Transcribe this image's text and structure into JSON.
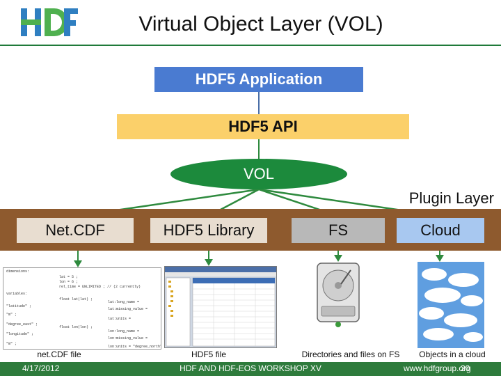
{
  "header": {
    "logo_text": "HDF",
    "title": "Virtual Object Layer (VOL)"
  },
  "layers": {
    "application": "HDF5 Application",
    "api": "HDF5 API",
    "vol": "VOL",
    "plugin_layer_label": "Plugin Layer"
  },
  "plugins": [
    {
      "label": "Net.CDF",
      "caption": "net.CDF file"
    },
    {
      "label": "HDF5 Library",
      "caption": "HDF5 file"
    },
    {
      "label": "FS",
      "caption": "Directories and files on  FS"
    },
    {
      "label": "Cloud",
      "caption": "Objects in a cloud"
    }
  ],
  "cdl_snippet": {
    "lines": [
      "dimensions:",
      "lat = 5 ;",
      "lon = 6 ;",
      "rel_time = UNLIMITED ; // (2 currently)",
      "variables:",
      "float lat(lat) ;",
      "lat:long_name =",
      "\"latitude\" ;",
      "lat:missing_value =",
      "\"m\" ;",
      "lat:units =",
      "\"degree_east\" ;",
      "float lon(lon) ;",
      "lon:long_name =",
      "\"longitude\" ;",
      "lon:missing_value =",
      "\"m\" ;",
      "lon:units = \"degree_north\";"
    ]
  },
  "footer": {
    "date": "4/17/2012",
    "workshop": "HDF AND HDF-EOS WORKSHOP XV",
    "url": "www.hdfgroup.org",
    "page": "20"
  },
  "colors": {
    "application_bg": "#4a7bd1",
    "api_bg": "#fbd06a",
    "vol_bg": "#1c8a3c",
    "plugin_band": "#8e5a2e",
    "connector": "#2e8a3e",
    "footer_bg": "#2e7b3c"
  }
}
